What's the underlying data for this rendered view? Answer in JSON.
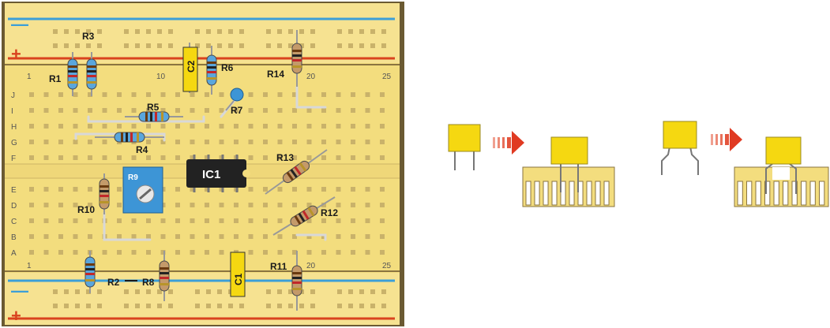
{
  "breadboard": {
    "rail_minus": "—",
    "rail_plus": "+",
    "column_numbers": [
      "1",
      "10",
      "20",
      "25"
    ],
    "row_letters_top": [
      "J",
      "I",
      "H",
      "G",
      "F"
    ],
    "row_letters_bottom": [
      "E",
      "D",
      "C",
      "B",
      "A"
    ],
    "components": {
      "R1": "R1",
      "R2": "R2",
      "R3": "R3",
      "R4": "R4",
      "R5": "R5",
      "R6": "R6",
      "R7": "R7",
      "R8": "R8",
      "R9": "R9",
      "R10": "R10",
      "R11": "R11",
      "R12": "R12",
      "R13": "R13",
      "R14": "R14",
      "C1": "C1",
      "C2": "C2",
      "IC1": "IC1"
    }
  },
  "colors": {
    "board": "#f3dd7e",
    "rail_blue": "#3c9fd8",
    "rail_red": "#d9431e",
    "capacitor": "#f5d811",
    "resistor_blue": "#5aa6dc",
    "resistor_tan": "#c49a6a",
    "arrow": "#e03a22",
    "ic": "#222222",
    "trimmer": "#3d95d6"
  }
}
